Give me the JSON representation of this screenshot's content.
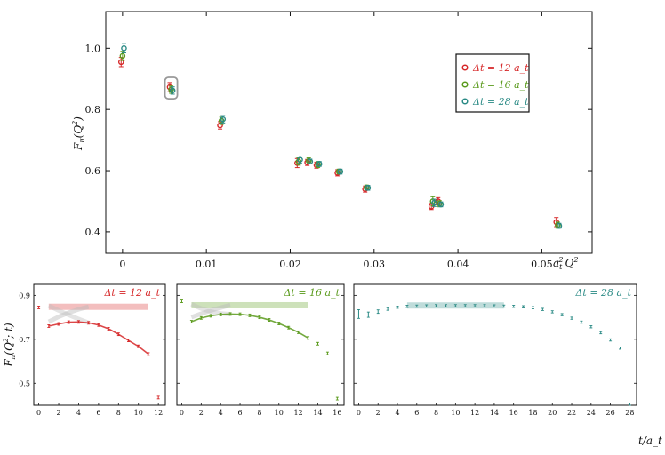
{
  "colors": {
    "dt12": "#d62728",
    "dt16": "#5a9a1c",
    "dt28": "#2a8a85",
    "frame": "#111111",
    "highlight": "#999999"
  },
  "main": {
    "xlabel": "a_t^2 Q^2",
    "ylabel": "F_π(Q^2)",
    "xtick_labels": [
      "0",
      "0.01",
      "0.02",
      "0.03",
      "0.04",
      "0.05"
    ],
    "ytick_labels": [
      "0.4",
      "0.6",
      "0.8",
      "1.0"
    ],
    "legend": [
      "Δt = 12 a_t",
      "Δt = 16 a_t",
      "Δt = 28 a_t"
    ]
  },
  "panels": {
    "ylabel": "F_π(Q^2; t)",
    "xlabel": "t/a_t",
    "ytick_labels": [
      "0.5",
      "0.7",
      "0.9"
    ],
    "titles": [
      "Δt = 12 a_t",
      "Δt = 16 a_t",
      "Δt = 28 a_t"
    ],
    "xtick_labels_12": [
      "0",
      "2",
      "4",
      "6",
      "8",
      "10",
      "12"
    ],
    "xtick_labels_16": [
      "0",
      "2",
      "4",
      "6",
      "8",
      "10",
      "12",
      "14",
      "16"
    ],
    "xtick_labels_28": [
      "0",
      "2",
      "4",
      "6",
      "8",
      "10",
      "12",
      "14",
      "16",
      "18",
      "20",
      "22",
      "24",
      "26",
      "28"
    ]
  },
  "chart_data": [
    {
      "type": "scatter",
      "xlabel": "a_t^2 Q^2",
      "ylabel": "F_π(Q^2)",
      "xlim": [
        -0.002,
        0.056
      ],
      "ylim": [
        0.33,
        1.12
      ],
      "grid": false,
      "legend_position": "top-right",
      "series": [
        {
          "name": "Δt = 12 a_t",
          "x": [
            0,
            0.0058,
            0.0118,
            0.021,
            0.0222,
            0.0233,
            0.0258,
            0.0291,
            0.037,
            0.0378,
            0.0519
          ],
          "y": [
            0.955,
            0.873,
            0.748,
            0.625,
            0.627,
            0.618,
            0.593,
            0.54,
            0.483,
            0.5,
            0.432
          ],
          "err": [
            0.015,
            0.015,
            0.012,
            0.015,
            0.01,
            0.01,
            0.01,
            0.01,
            0.01,
            0.012,
            0.015
          ]
        },
        {
          "name": "Δt = 16 a_t",
          "x": [
            0,
            0.0058,
            0.0118,
            0.021,
            0.0222,
            0.0233,
            0.0258,
            0.0291,
            0.037,
            0.0378,
            0.0519
          ],
          "y": [
            0.975,
            0.865,
            0.763,
            0.63,
            0.632,
            0.62,
            0.597,
            0.545,
            0.5,
            0.492,
            0.422
          ],
          "err": [
            0.015,
            0.012,
            0.012,
            0.012,
            0.01,
            0.01,
            0.008,
            0.008,
            0.015,
            0.01,
            0.01
          ]
        },
        {
          "name": "Δt = 28 a_t",
          "x": [
            0,
            0.0058,
            0.0118,
            0.021,
            0.0222,
            0.0233,
            0.0258,
            0.0291,
            0.037,
            0.0378,
            0.0519
          ],
          "y": [
            1.0,
            0.862,
            0.768,
            0.636,
            0.63,
            0.622,
            0.597,
            0.544,
            0.495,
            0.49,
            0.42
          ],
          "err": [
            0.015,
            0.012,
            0.012,
            0.012,
            0.008,
            0.008,
            0.008,
            0.008,
            0.012,
            0.008,
            0.008
          ]
        }
      ],
      "highlighted_x": 0.0058
    },
    {
      "type": "scatter",
      "title": "Δt = 12 a_t",
      "xlim": [
        -0.5,
        12.7
      ],
      "ylim": [
        0.4,
        0.95
      ],
      "t": [
        0,
        1,
        2,
        3,
        4,
        5,
        6,
        7,
        8,
        9,
        10,
        11,
        12
      ],
      "values": [
        0.845,
        0.76,
        0.77,
        0.778,
        0.779,
        0.775,
        0.765,
        0.748,
        0.723,
        0.695,
        0.668,
        0.633,
        0.435
      ],
      "fit_curve_t": [
        1,
        11
      ],
      "plateau": {
        "t": [
          1,
          11
        ],
        "value": 0.848
      }
    },
    {
      "type": "scatter",
      "title": "Δt = 16 a_t",
      "xlim": [
        -0.5,
        16.7
      ],
      "ylim": [
        0.4,
        0.95
      ],
      "t": [
        0,
        1,
        2,
        3,
        4,
        5,
        6,
        7,
        8,
        9,
        10,
        11,
        12,
        13,
        14,
        15,
        16
      ],
      "values": [
        0.873,
        0.78,
        0.797,
        0.807,
        0.813,
        0.815,
        0.814,
        0.809,
        0.8,
        0.788,
        0.772,
        0.753,
        0.732,
        0.706,
        0.68,
        0.636,
        0.43
      ],
      "fit_curve_t": [
        1,
        13
      ],
      "plateau": {
        "t": [
          1,
          13
        ],
        "value": 0.855
      }
    },
    {
      "type": "scatter",
      "title": "Δt = 28 a_t",
      "xlabel": "t/a_t",
      "xlim": [
        -0.5,
        28.7
      ],
      "ylim": [
        0.4,
        0.95
      ],
      "t": [
        0,
        1,
        2,
        3,
        4,
        5,
        6,
        7,
        8,
        9,
        10,
        11,
        12,
        13,
        14,
        15,
        16,
        17,
        18,
        19,
        20,
        21,
        22,
        23,
        24,
        25,
        26,
        27,
        28
      ],
      "values": [
        0.815,
        0.812,
        0.826,
        0.838,
        0.846,
        0.85,
        0.851,
        0.852,
        0.853,
        0.853,
        0.853,
        0.853,
        0.853,
        0.853,
        0.852,
        0.851,
        0.85,
        0.848,
        0.844,
        0.836,
        0.825,
        0.812,
        0.796,
        0.778,
        0.757,
        0.73,
        0.697,
        0.66,
        0.405
      ],
      "err": [
        0.02,
        0.012,
        0.008,
        0.006,
        0.005,
        0.005,
        0.005,
        0.005,
        0.005,
        0.005,
        0.005,
        0.005,
        0.005,
        0.005,
        0.005,
        0.005,
        0.005,
        0.005,
        0.005,
        0.005,
        0.005,
        0.005,
        0.005,
        0.005,
        0.005,
        0.005,
        0.005,
        0.005,
        0.005
      ],
      "plateau": {
        "t": [
          5,
          15
        ],
        "value": 0.854
      }
    }
  ]
}
